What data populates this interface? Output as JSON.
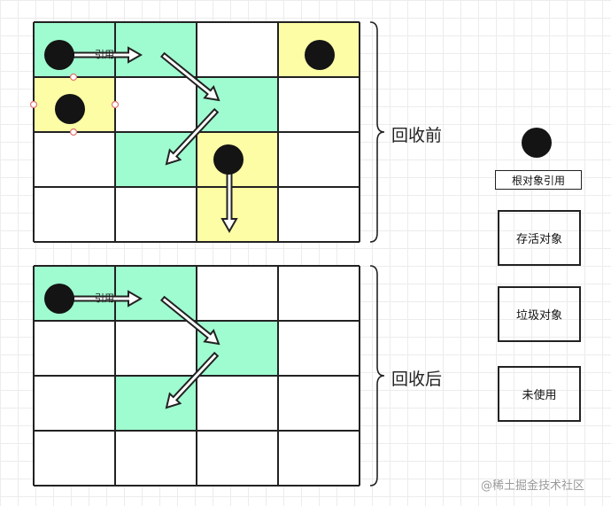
{
  "colors": {
    "live": "#9ffcd0",
    "garbage": "#fdfda6",
    "unused": "#ffffff",
    "grid_line": "#222222",
    "root_dot": "#141414"
  },
  "panels": [
    {
      "id": "before",
      "label": "回收前",
      "cells": [
        [
          "live",
          "live",
          "unused",
          "garbage"
        ],
        [
          "garbage",
          "unused",
          "live",
          "unused"
        ],
        [
          "unused",
          "live",
          "garbage",
          "unused"
        ],
        [
          "unused",
          "unused",
          "garbage",
          "unused"
        ]
      ],
      "root_cells": [
        [
          0,
          0
        ],
        [
          0,
          3
        ],
        [
          1,
          0
        ],
        [
          2,
          2
        ]
      ],
      "selected_root": [
        1,
        0
      ],
      "reference_label": "引用"
    },
    {
      "id": "after",
      "label": "回收后",
      "cells": [
        [
          "live",
          "live",
          "unused",
          "unused"
        ],
        [
          "unused",
          "unused",
          "live",
          "unused"
        ],
        [
          "unused",
          "live",
          "unused",
          "unused"
        ],
        [
          "unused",
          "unused",
          "unused",
          "unused"
        ]
      ],
      "root_cells": [
        [
          0,
          0
        ]
      ],
      "selected_root": null,
      "reference_label": "引用"
    }
  ],
  "legend": {
    "root_ref_label": "根对象引用",
    "live_label": "存活对象",
    "garbage_label": "垃圾对象",
    "unused_label": "未使用"
  },
  "watermark": "@稀土掘金技术社区"
}
